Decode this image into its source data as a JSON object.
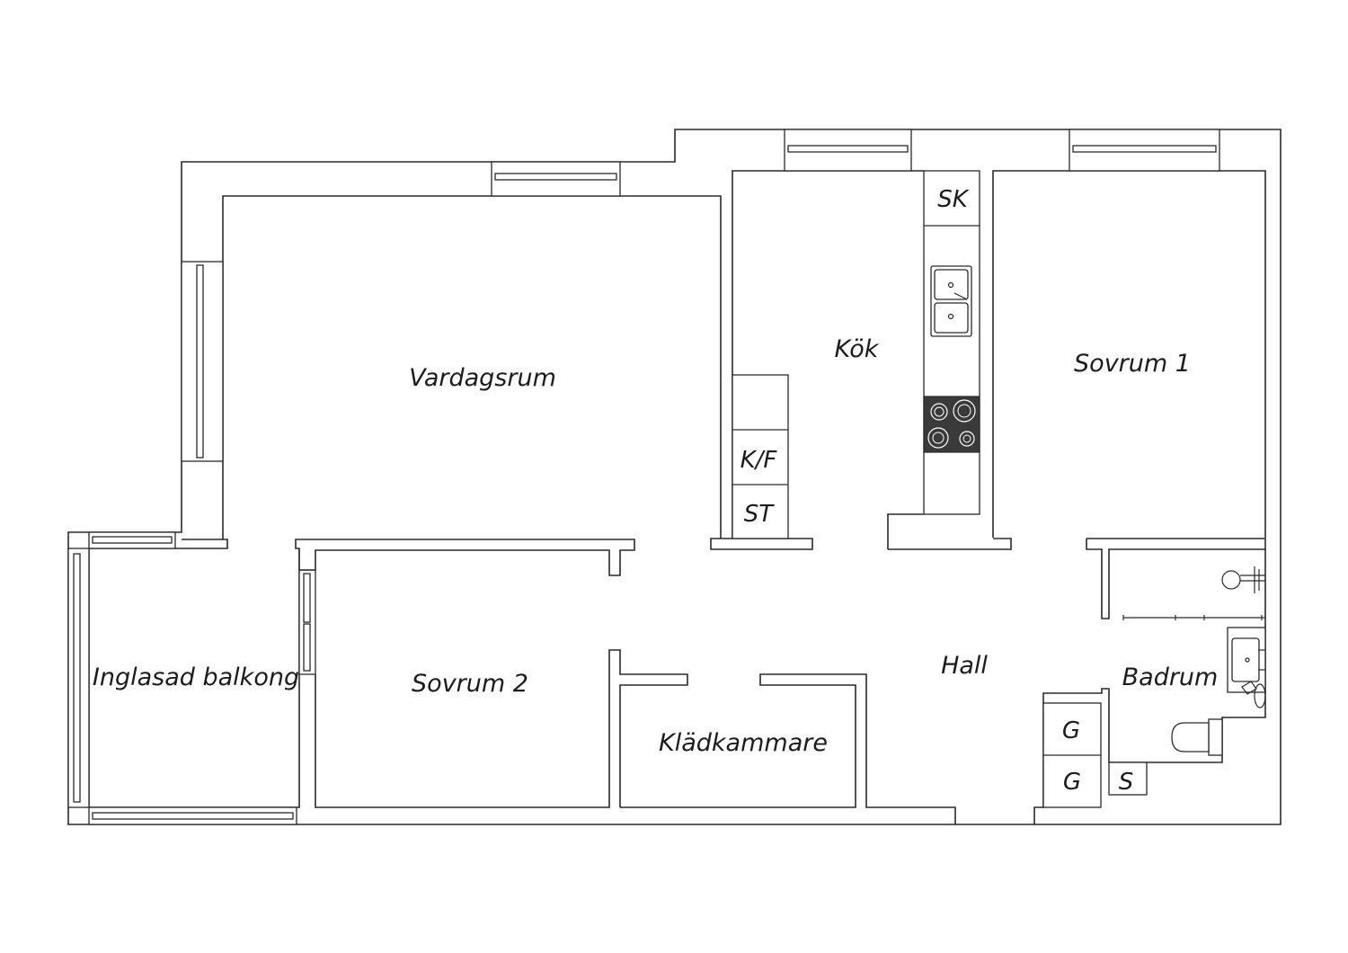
{
  "rooms": {
    "vardagsrum": "Vardagsrum",
    "kok": "Kök",
    "sovrum1": "Sovrum 1",
    "sovrum2": "Sovrum 2",
    "balkong": "Inglasad balkong",
    "kladkammare": "Klädkammare",
    "hall": "Hall",
    "badrum": "Badrum"
  },
  "fixtures": {
    "sk": "SK",
    "kf": "K/F",
    "st": "ST",
    "g1": "G",
    "g2": "G",
    "s": "S"
  },
  "colors": {
    "line": "#2a2a2a",
    "stove": "#3a3a3a",
    "background": "#ffffff"
  }
}
